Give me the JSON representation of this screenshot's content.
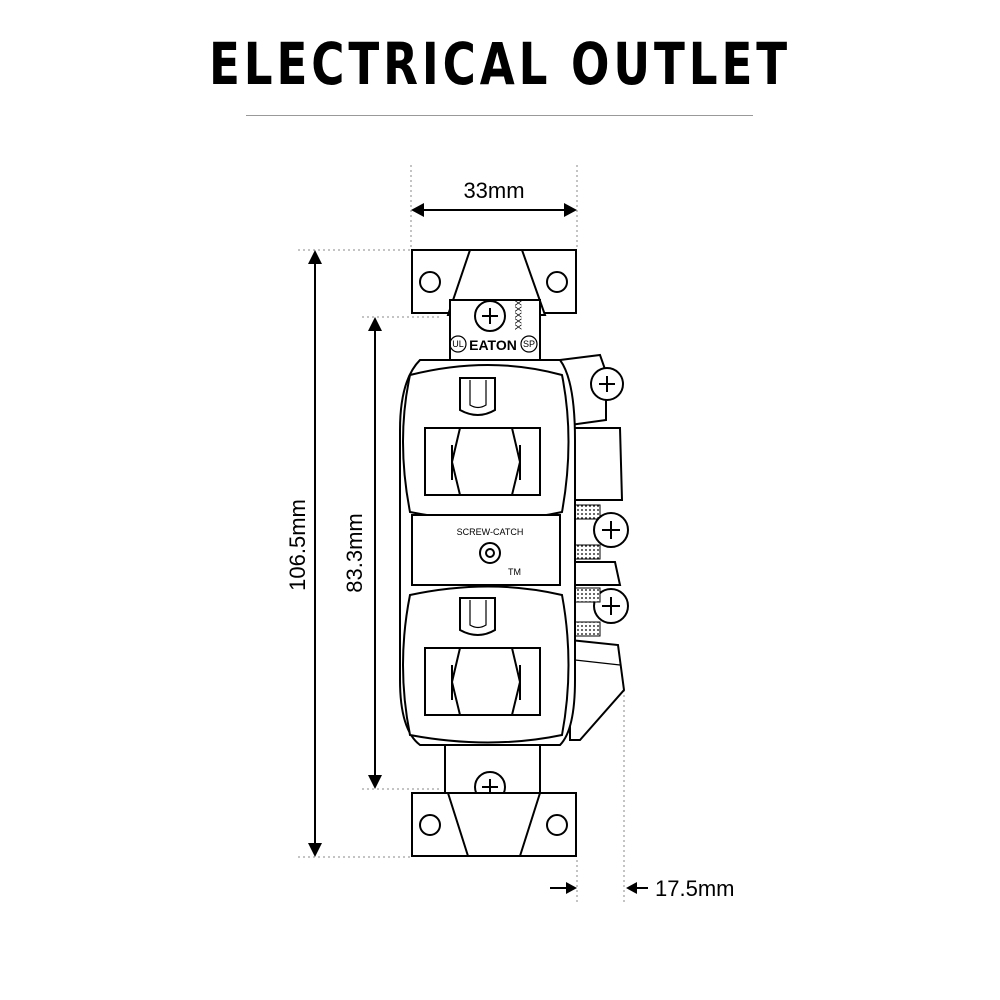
{
  "title": "ELECTRICAL OUTLET",
  "dimensions": {
    "width": "33mm",
    "overall_height": "106.5mm",
    "body_height": "83.3mm",
    "depth": "17.5mm"
  },
  "labels": {
    "brand": "EATON",
    "model": "XXXXX",
    "ul_mark": "UL",
    "csa_mark": "SP",
    "screw_catch": "SCREW-CATCH",
    "tm": "TM"
  }
}
